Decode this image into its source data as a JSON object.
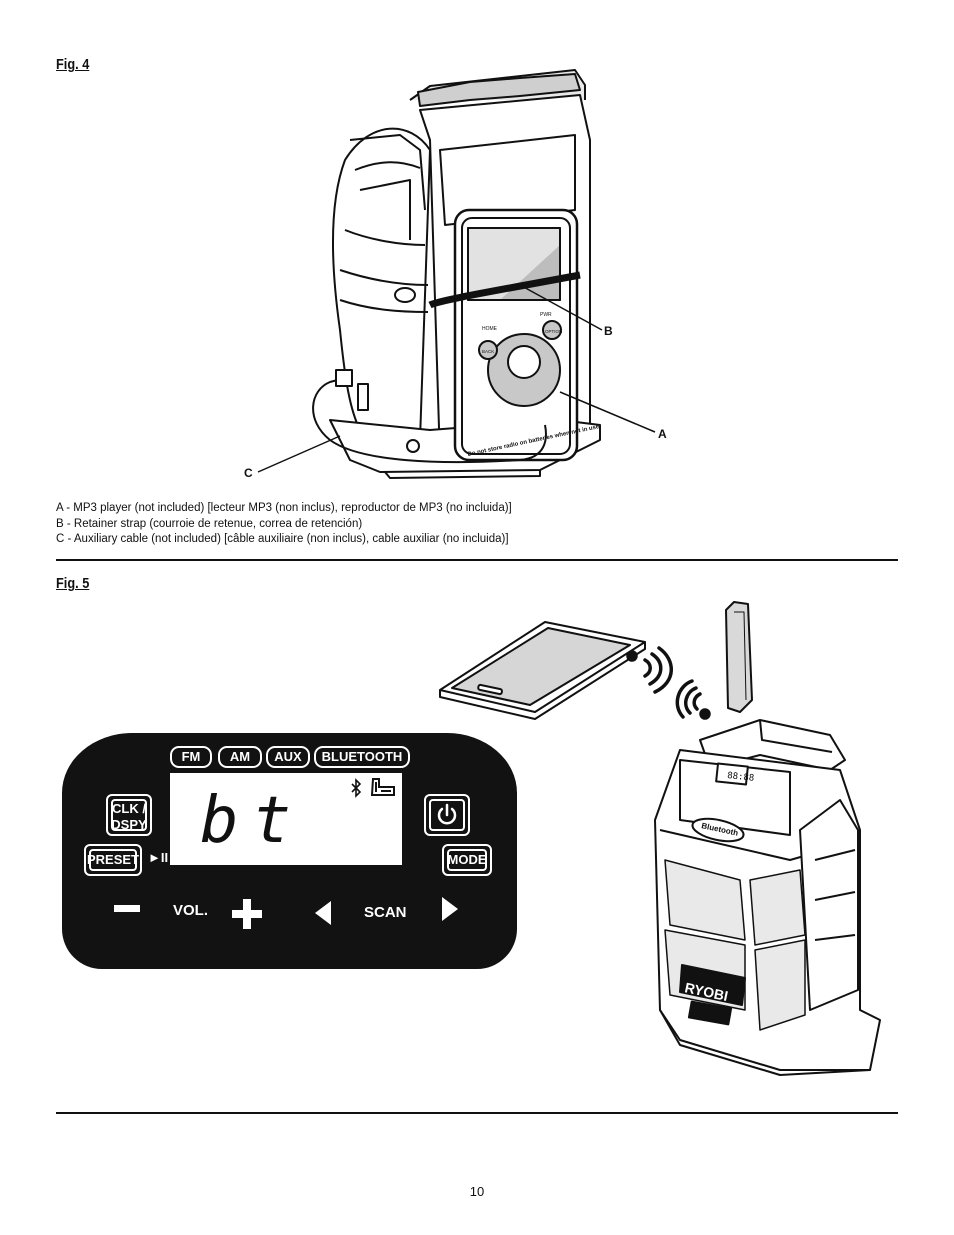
{
  "fig4": {
    "title": "Fig. 4",
    "callouts": {
      "a": "A",
      "b": "B",
      "c": "C"
    },
    "device": {
      "home_label": "HOME",
      "back_label": "BACK",
      "power_label": "PWR",
      "option_label": "OPTION",
      "text_strip": "Do not store radio on batteries when not in use."
    },
    "legend": [
      "A - MP3 player (not included) [lecteur MP3 (non inclus), reproductor de MP3 (no incluida)]",
      "B - Retainer strap (courroie de retenue, correa de retención)",
      "C - Auxiliary cable (not included) [câble auxiliaire (non inclus), cable auxiliar (no incluida)]"
    ]
  },
  "fig5": {
    "title": "Fig. 5",
    "panel": {
      "modes": [
        "FM",
        "AM",
        "AUX",
        "BLUETOOTH"
      ],
      "lcd_text": "bt",
      "clk_label_1": "CLK /",
      "clk_label_2": "DSPY",
      "preset_label": "PRESET",
      "play_pause_label": "►II",
      "mode_label": "MODE",
      "vol_label": "VOL.",
      "scan_label": "SCAN"
    },
    "radio": {
      "brand": "RYOBI",
      "bluetooth_badge": "Bluetooth",
      "display_digits": "88:88"
    }
  },
  "page_number": "10"
}
